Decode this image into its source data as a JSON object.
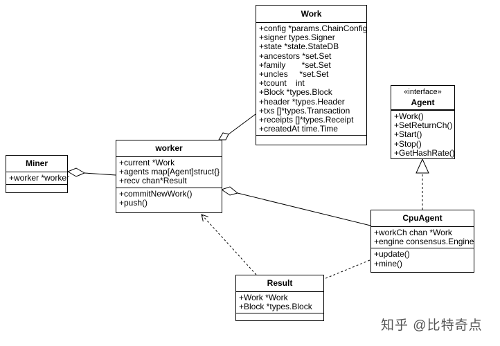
{
  "classes": {
    "work": {
      "name": "Work",
      "attributes": [
        "+config *params.ChainConfig",
        "+signer types.Signer",
        "+state *state.StateDB",
        "+ancestors *set.Set",
        "+family       *set.Set",
        "+uncles     *set.Set",
        "+tcount    int",
        "+Block *types.Block",
        "+header *types.Header",
        "+txs []*types.Transaction",
        "+receipts []*types.Receipt",
        "+createdAt time.Time"
      ]
    },
    "agent": {
      "stereotype": "«interface»",
      "name": "Agent",
      "methods": [
        "+Work()",
        "+SetReturnCh()",
        "+Start()",
        "+Stop()",
        "+GetHashRate()"
      ]
    },
    "miner": {
      "name": "Miner",
      "attributes": [
        "+worker *worker"
      ]
    },
    "worker": {
      "name": "worker",
      "attributes": [
        "+current *Work",
        "+agents map[Agent]struct{}",
        "+recv chan*Result"
      ],
      "methods": [
        "+commitNewWork()",
        "+push()"
      ]
    },
    "cpuagent": {
      "name": "CpuAgent",
      "attributes": [
        "+workCh chan *Work",
        "+engine consensus.Engine"
      ],
      "methods": [
        "+update()",
        "+mine()"
      ]
    },
    "result": {
      "name": "Result",
      "attributes": [
        "+Work *Work",
        "+Block *types.Block"
      ]
    }
  },
  "watermark": "知乎 @比特奇点"
}
